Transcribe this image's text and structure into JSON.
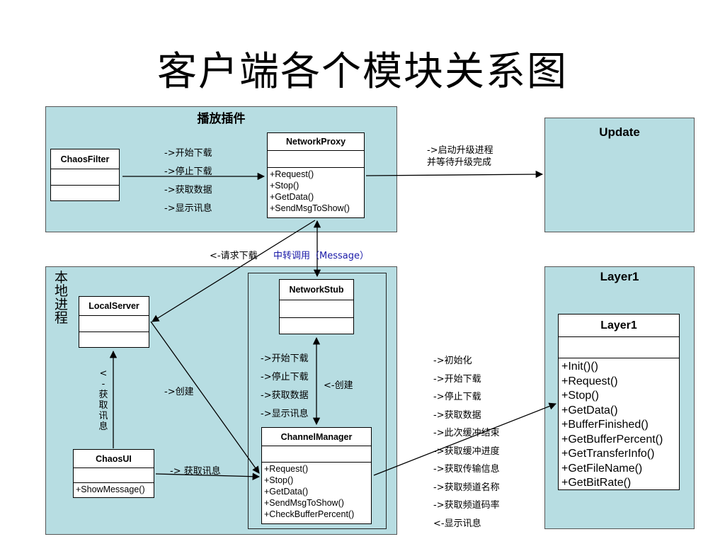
{
  "title": "客户端各个模块关系图",
  "plugin_panel": {
    "title": "播放插件"
  },
  "update_panel": {
    "title": "Update"
  },
  "local_panel": {
    "title": "本地进程"
  },
  "layer1_panel": {
    "title": "Layer1"
  },
  "classes": {
    "chaos_filter": {
      "name": "ChaosFilter"
    },
    "network_proxy": {
      "name": "NetworkProxy",
      "methods": [
        "+Request()",
        "+Stop()",
        "+GetData()",
        "+SendMsgToShow()"
      ]
    },
    "network_stub": {
      "name": "NetworkStub"
    },
    "local_server": {
      "name": "LocalServer"
    },
    "chaos_ui": {
      "name": "ChaosUI",
      "methods": [
        "+ShowMessage()"
      ]
    },
    "channel_manager": {
      "name": "ChannelManager",
      "methods": [
        "+Request()",
        "+Stop()",
        "+GetData()",
        "+SendMsgToShow()",
        "+CheckBufferPercent()"
      ]
    },
    "layer1": {
      "name": "Layer1",
      "methods": [
        "+Init()()",
        "+Request()",
        "+Stop()",
        "+GetData()",
        "+BufferFinished()",
        "+GetBufferPercent()",
        "+GetTransferInfo()",
        "+GetFileName()",
        "+GetBitRate()"
      ]
    }
  },
  "labels": {
    "filter_to_proxy": [
      "->开始下载",
      "->停止下载",
      "->获取数据",
      "->显示讯息"
    ],
    "proxy_to_update": [
      "->启动升级进程",
      "并等待升级完成"
    ],
    "request_download": "<-请求下载",
    "relay_call": "中转调用（Message）",
    "stub_to_channel": [
      "->开始下载",
      "->停止下载",
      "->获取数据",
      "->显示讯息"
    ],
    "create_back": "<-创建",
    "create_fwd": "->创建",
    "get_message_vertical": "<-获取讯息",
    "ui_to_channel": "-> 获取讯息",
    "channel_to_layer": [
      "->初始化",
      "->开始下载",
      "->停止下载",
      "->获取数据",
      "->此次缓冲结束",
      "->获取缓冲进度",
      "->获取传输信息",
      "->获取频道名称",
      "->获取频道码率",
      "<-显示讯息"
    ]
  },
  "colors": {
    "panel_fill": "#b7dde2",
    "relay_text": "#1a1aa8"
  }
}
